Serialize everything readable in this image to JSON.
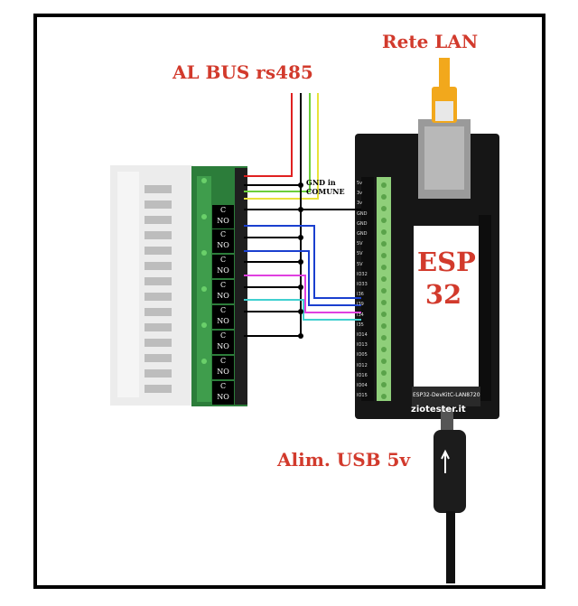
{
  "labels": {
    "lan": "Rete LAN",
    "bus": "AL BUS rs485",
    "usb": "Alim. USB 5v",
    "esp_line1": "ESP",
    "esp_line2": "32",
    "gnd_line1": "GND  in",
    "gnd_line2": "COMUNE"
  },
  "relay_contacts": [
    {
      "c": "C",
      "no": "NO"
    },
    {
      "c": "C",
      "no": "NO"
    },
    {
      "c": "C",
      "no": "NO"
    },
    {
      "c": "C",
      "no": "NO"
    },
    {
      "c": "C",
      "no": "NO"
    },
    {
      "c": "C",
      "no": "NO"
    },
    {
      "c": "C",
      "no": "NO"
    },
    {
      "c": "C",
      "no": "NO"
    }
  ],
  "board": {
    "brand": "ziotester.it",
    "model": "ESP32-DevKitC-LAN8720",
    "pins": [
      "5v",
      "3v",
      "3v",
      "GND",
      "GND",
      "GND",
      "5V",
      "5V",
      "5V",
      "IO32",
      "IO33",
      "I36",
      "I39",
      "I34",
      "I35",
      "IO14",
      "IO13",
      "IO05",
      "IO12",
      "IO16",
      "IO04",
      "IO15"
    ]
  },
  "colors": {
    "label_red": "#d23a2c",
    "wire_red": "#e02020",
    "wire_yellow": "#e8e23a",
    "wire_green": "#6ccf3a",
    "wire_blue": "#1a3fcf",
    "wire_magenta": "#e040e0",
    "wire_cyan": "#40d0d0",
    "wire_black": "#000000",
    "lan_plug": "#f2a81c",
    "terminal_green": "#8fcf7a"
  }
}
